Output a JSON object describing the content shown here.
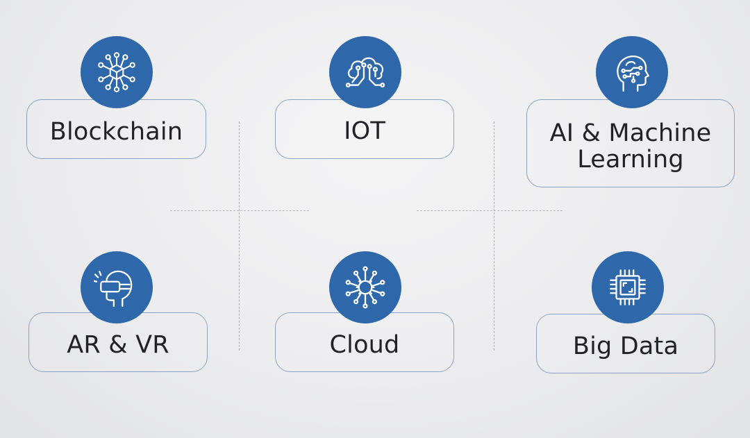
{
  "items": [
    {
      "label": "Blockchain",
      "icon": "blockchain-network-icon"
    },
    {
      "label": "IOT",
      "icon": "cloud-circuit-icon"
    },
    {
      "label": "AI & Machine\nLearning",
      "icon": "ai-brain-head-icon"
    },
    {
      "label": "AR & VR",
      "icon": "vr-headset-icon"
    },
    {
      "label": "Cloud",
      "icon": "cloud-network-hub-icon"
    },
    {
      "label": "Big Data",
      "icon": "microchip-icon"
    }
  ],
  "colors": {
    "badge": "#2f68aa",
    "pill_border": "#8aa3c4",
    "text": "#222226",
    "background": "#ececee"
  }
}
